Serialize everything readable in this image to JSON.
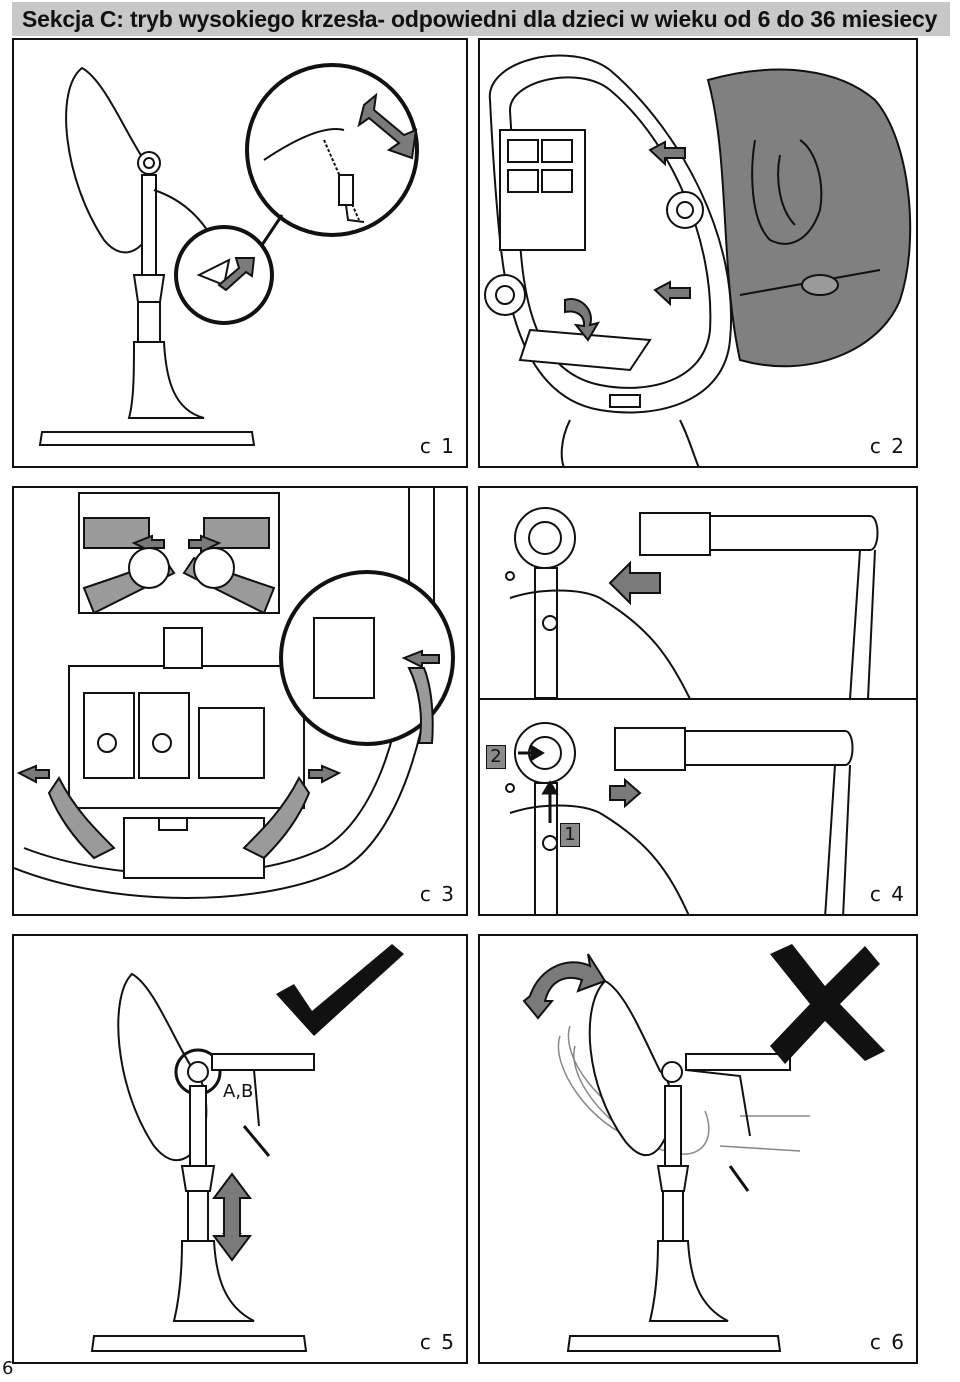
{
  "header": {
    "title": "Sekcja C: tryb wysokiego krzesła- odpowiedni dla dzieci w wieku od 6 do 36 miesiecy"
  },
  "panels": [
    {
      "id": "c1",
      "label": "c 1"
    },
    {
      "id": "c2",
      "label": "c 2"
    },
    {
      "id": "c3",
      "label": "c 3"
    },
    {
      "id": "c4",
      "label": "c 4",
      "callouts": {
        "step1": "1",
        "step2": "2"
      }
    },
    {
      "id": "c5",
      "label": "c 5",
      "callouts": {
        "ab": "A,B"
      }
    },
    {
      "id": "c6",
      "label": "c 6"
    }
  ],
  "page_number": "6",
  "colors": {
    "header_bg": "#c8c8c8",
    "arrow_fill": "#7a7a7a",
    "seat_fill": "#808080",
    "line": "#111111"
  }
}
